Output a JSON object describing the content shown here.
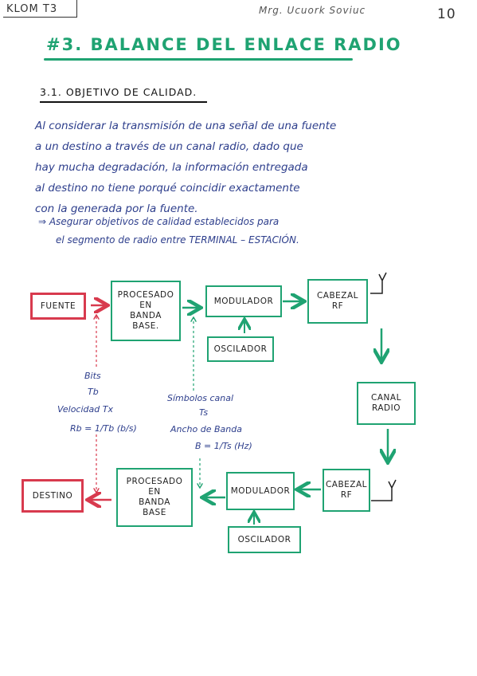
{
  "header": {
    "left": "KLOM T3",
    "center": "Mrg. Ucuork Soviuc",
    "page_number": "10"
  },
  "title": "#3. BALANCE DEL ENLACE RADIO",
  "section": "3.1. OBJETIVO DE CALIDAD.",
  "paragraph": [
    "Al considerar la transmisión de una señal de una fuente",
    "a un destino a través de un canal radio, dado que",
    "hay mucha degradación, la información entregada",
    "al destino no tiene porqué coincidir exactamente",
    "con la generada por la fuente."
  ],
  "bullet": [
    "⇒ Asegurar objetivos de calidad establecidos para",
    "el segmento de radio entre TERMINAL – ESTACIÓN."
  ],
  "diagram": {
    "fuente": "FUENTE",
    "proc_tx": [
      "PROCESADO",
      "EN",
      "BANDA",
      "BASE."
    ],
    "modulador": "MODULADOR",
    "oscilador_tx": "OSCILADOR",
    "cabezal_tx": [
      "CABEZAL",
      "RF"
    ],
    "canal": [
      "CANAL",
      "RADIO"
    ],
    "cabezal_rx": [
      "CABEZAL",
      "RF"
    ],
    "demodulador": "MODULADOR",
    "oscilador_rx": "OSCILADOR",
    "proc_rx": [
      "PROCESADO",
      "EN",
      "BANDA",
      "BASE"
    ],
    "destino": "DESTINO",
    "bits_label": [
      "Bits",
      "Tb",
      "Velocidad Tx",
      "Rb = 1/Tb (b/s)"
    ],
    "symbols_label": [
      "Símbolos canal",
      "Ts",
      "Ancho de Banda",
      "B = 1/Ts (Hz)"
    ]
  },
  "colors": {
    "green": "#1fa372",
    "red": "#d83a4e",
    "blue_ink": "#2d3e8c"
  }
}
